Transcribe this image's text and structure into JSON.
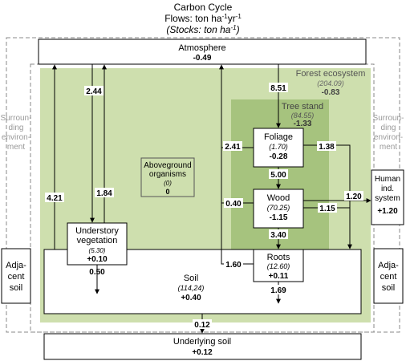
{
  "title": {
    "line1": "Carbon Cycle",
    "line2_prefix": "Flows: ton ha",
    "line2_sup1": "-1",
    "line2_mid": "yr",
    "line2_sup2": "-1",
    "line3_prefix": "(Stocks: ton ha",
    "line3_sup": "-1",
    "line3_suffix": ")"
  },
  "surrounding": {
    "left": [
      "Surroun-",
      "ding",
      "environ-",
      "ment"
    ],
    "right": [
      "Surroun-",
      "ding",
      "environ-",
      "ment"
    ]
  },
  "forest": {
    "label": "Forest ecosystem",
    "stock": "(204.09)",
    "change": "-0.83"
  },
  "tree_stand": {
    "label": "Tree stand",
    "stock": "(84.55)",
    "change": "-1.33"
  },
  "boxes": {
    "atmosphere": {
      "label": "Atmosphere",
      "change": "-0.49"
    },
    "foliage": {
      "label": "Foliage",
      "stock": "(1.70)",
      "change": "-0.28"
    },
    "wood": {
      "label": "Wood",
      "stock": "(70.25)",
      "change": "-1.15"
    },
    "roots": {
      "label": "Roots",
      "stock": "(12.60)",
      "change": "+0.11"
    },
    "aboveground": {
      "label1": "Aboveground",
      "label2": "organisms",
      "stock": "(0)",
      "change": "0"
    },
    "understory": {
      "label1": "Understory",
      "label2": "vegetation",
      "stock": "(5.30)",
      "change": "+0.10"
    },
    "soil": {
      "label": "Soil",
      "stock": "(114,24)",
      "change": "+0.40"
    },
    "human": {
      "label1": "Human",
      "label2": "ind.",
      "label3": "system",
      "change": "+1.20"
    },
    "adjacent_left": {
      "label1": "Adja-",
      "label2": "cent",
      "label3": "soil"
    },
    "adjacent_right": {
      "label1": "Adja-",
      "label2": "cent",
      "label3": "soil"
    },
    "underlying": {
      "label": "Underlying soil",
      "change": "+0.12"
    }
  },
  "flows": {
    "atm_to_understory": "2.44",
    "understory_to_atm": "1.84",
    "soil_to_atm": "4.21",
    "atm_to_foliage": "8.51",
    "foliage_to_atm": "2.41",
    "wood_to_atm": "0.40",
    "roots_to_atm": "1.60",
    "foliage_to_soil": "1.38",
    "foliage_to_wood": "5.00",
    "wood_to_roots": "3.40",
    "wood_to_human": "1.20",
    "wood_to_soil": "1.15",
    "roots_leach": "1.69",
    "understory_leach": "0.50",
    "soil_to_underlying": "0.12"
  },
  "colors": {
    "forest_fill": "#cedfae",
    "tree_stand_fill": "#a6c37e",
    "box_border": "#000000",
    "dashed": "#888888"
  }
}
